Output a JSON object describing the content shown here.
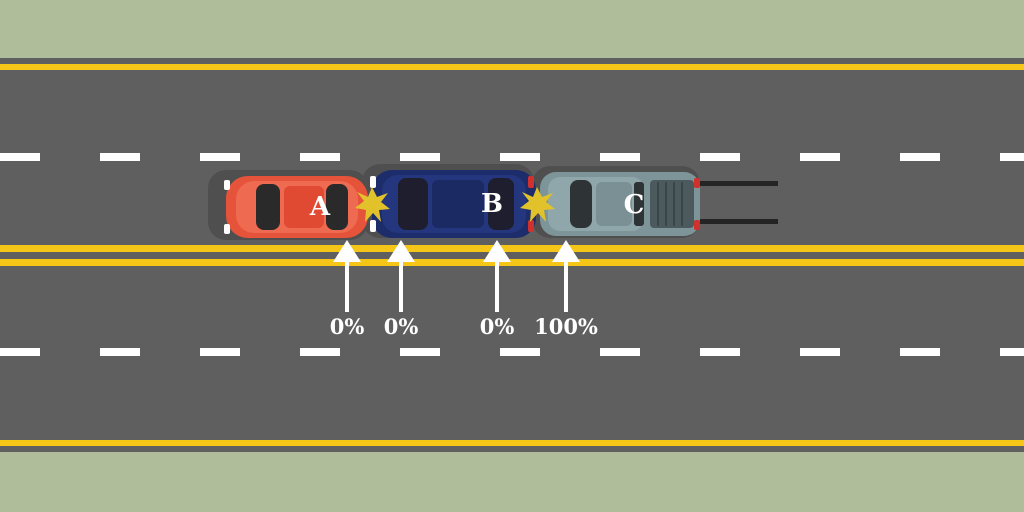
{
  "colors": {
    "grass": "#b0bd9a",
    "asphalt": "#5f5f5f",
    "yellow_line": "#f5c518",
    "white_dash": "#ffffff",
    "car_a": "#e5533a",
    "car_b": "#1d2d6b",
    "car_c": "#7d9498",
    "impact": "#e2c22a"
  },
  "cars": [
    {
      "id": "car-a",
      "label": "A"
    },
    {
      "id": "car-b",
      "label": "B"
    },
    {
      "id": "car-c",
      "label": "C"
    }
  ],
  "fault_labels": [
    {
      "id": "fault-a-front",
      "text": "0%"
    },
    {
      "id": "fault-b-rear",
      "text": "0%"
    },
    {
      "id": "fault-b-front",
      "text": "0%"
    },
    {
      "id": "fault-c-rear",
      "text": "100%"
    }
  ],
  "icons": {
    "impact": "collision-star-icon",
    "arrow": "up-arrow-icon"
  }
}
